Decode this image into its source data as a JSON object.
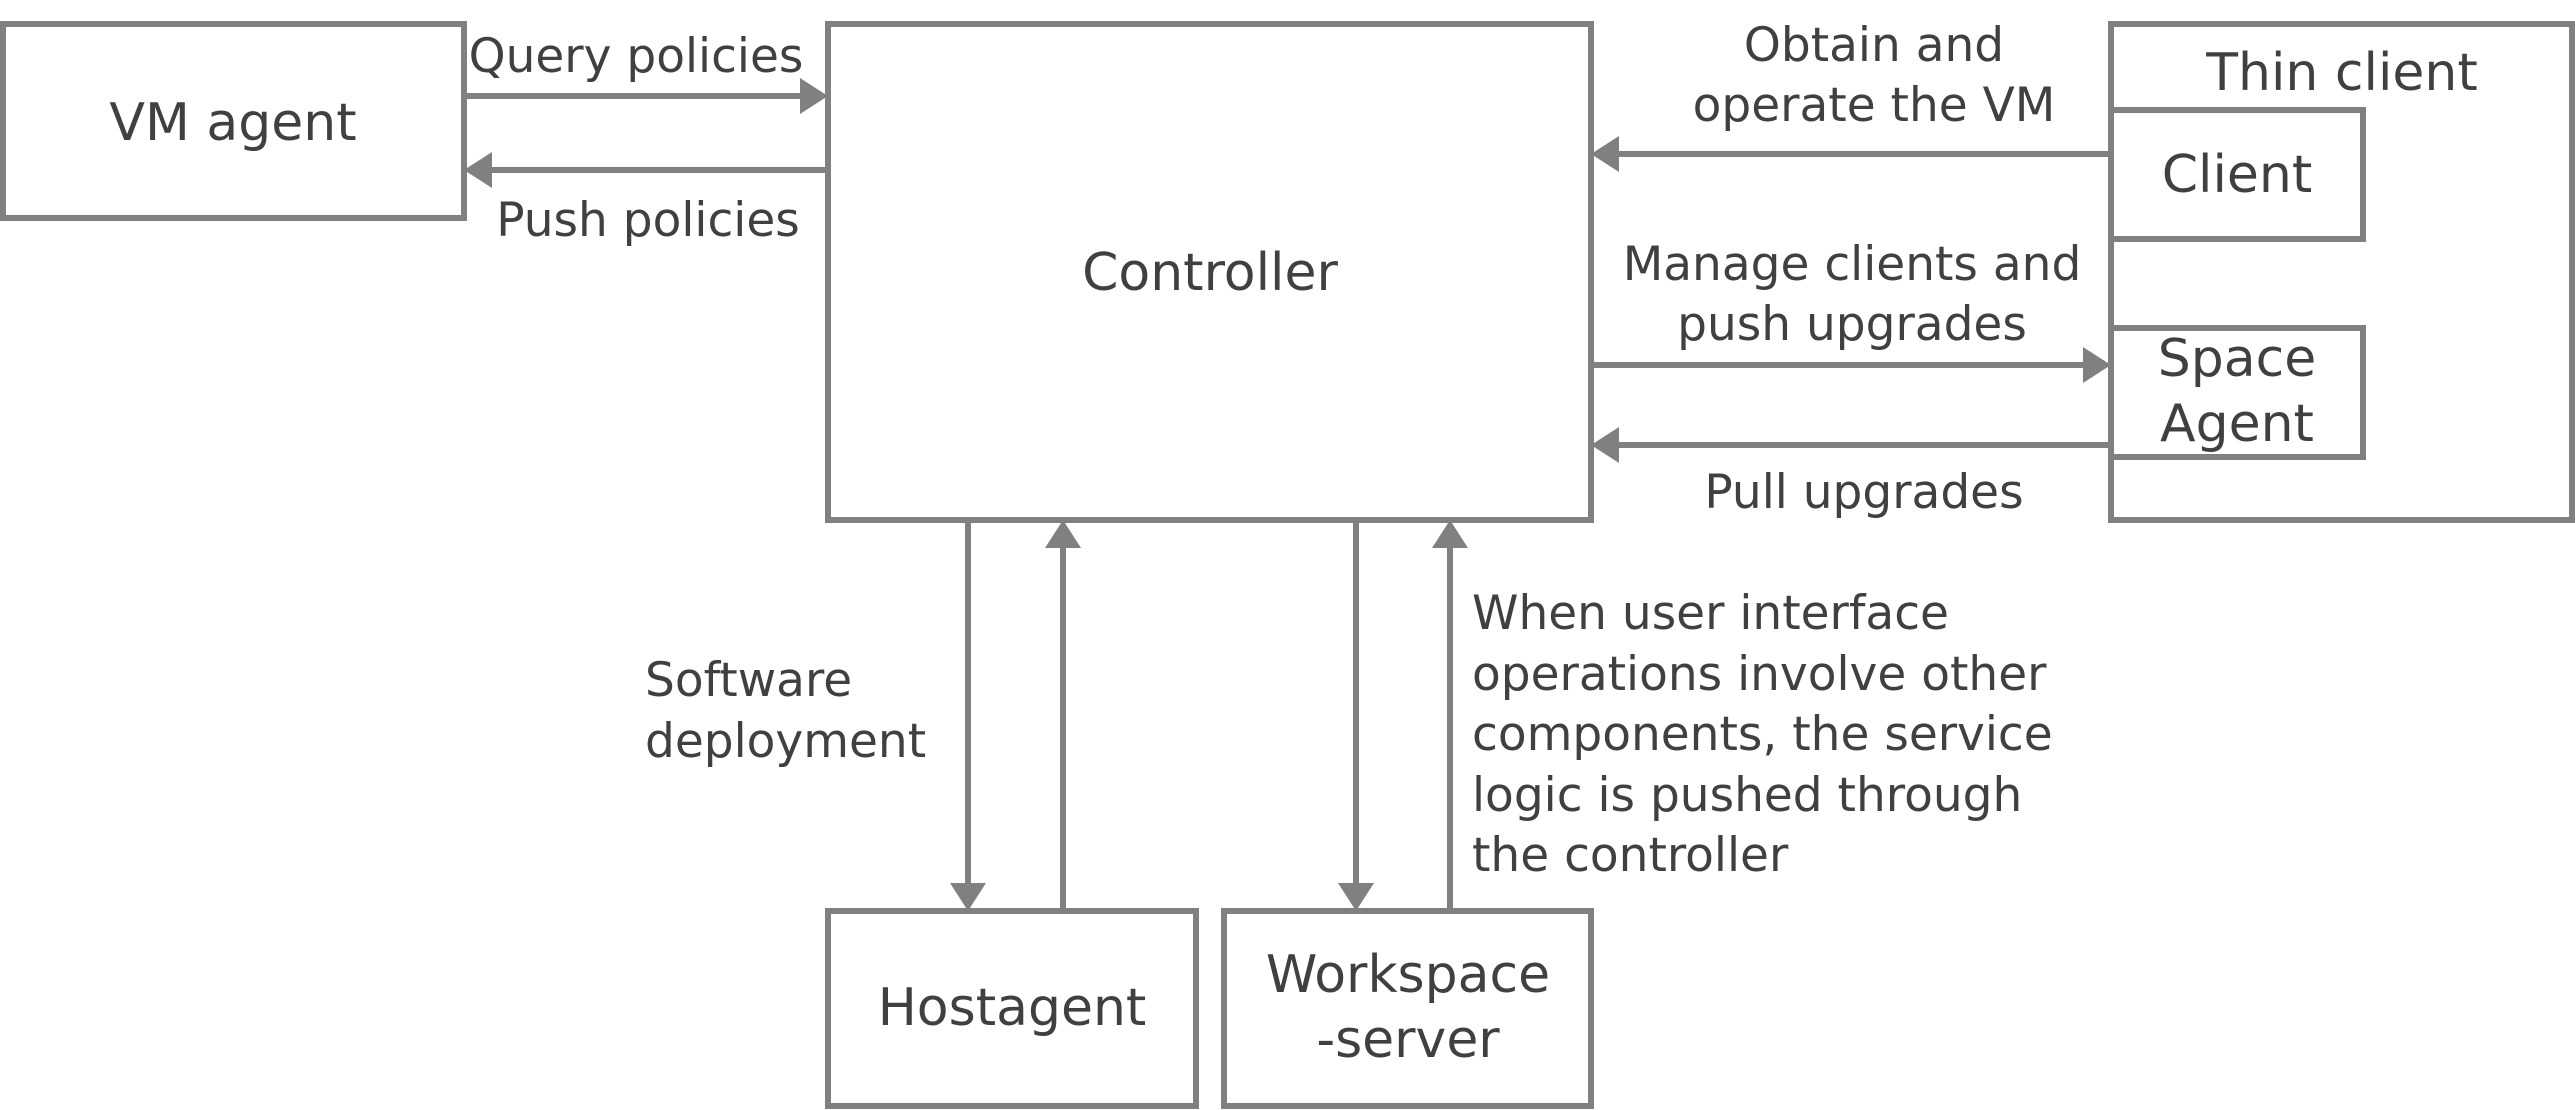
{
  "nodes": {
    "vm_agent": "VM agent",
    "controller": "Controller",
    "thin_client": "Thin client",
    "client": "Client",
    "space_agent": [
      "Space",
      "Agent"
    ],
    "hostagent": "Hostagent",
    "workspace_server": [
      "Workspace",
      "-server"
    ]
  },
  "edges": {
    "query_policies": "Query policies",
    "push_policies": "Push policies",
    "obtain_operate_vm": [
      "Obtain and",
      "operate the VM"
    ],
    "manage_clients_push_upgrades": [
      "Manage clients and",
      "push upgrades"
    ],
    "pull_upgrades": "Pull upgrades",
    "software_deployment": [
      "Software",
      "deployment"
    ],
    "service_logic_note": [
      "When user interface",
      "operations involve other",
      "components, the service",
      "logic is pushed through",
      "the controller"
    ]
  },
  "colors": {
    "stroke": "#808080",
    "text": "#404040",
    "background": "#ffffff"
  }
}
